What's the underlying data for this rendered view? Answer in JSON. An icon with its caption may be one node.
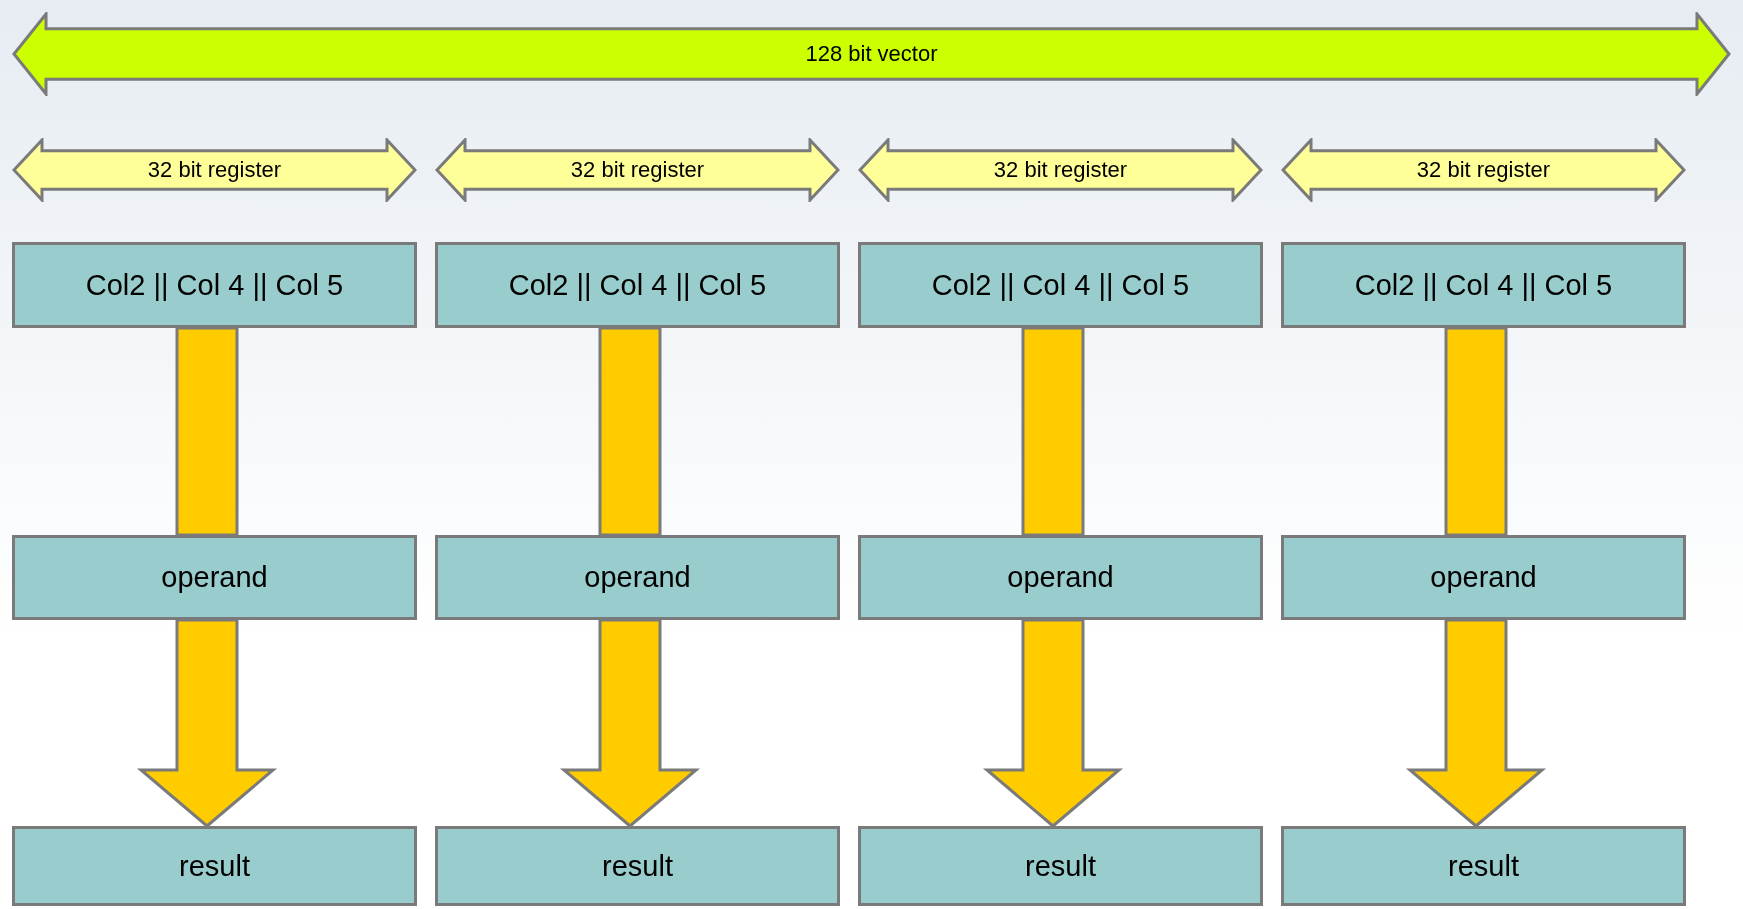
{
  "diagram": {
    "nodes": [
      {
        "text": [
          "128 bit vector"
        ]
      },
      {
        "text": [
          "32 bit register"
        ]
      },
      {
        "text": [
          "32 bit register"
        ]
      },
      {
        "text": [
          "32 bit register"
        ]
      },
      {
        "text": [
          "32 bit register"
        ]
      },
      {
        "text": [
          "Col2 || Col 4 || Col 5"
        ]
      },
      {
        "text": [
          "Col2 || Col 4 || Col 5"
        ]
      },
      {
        "text": [
          "Col2 || Col 4 || Col 5"
        ]
      },
      {
        "text": [
          "Col2 || Col 4 || Col 5"
        ]
      },
      {
        "text": [
          "operand"
        ]
      },
      {
        "text": [
          "operand"
        ]
      },
      {
        "text": [
          "operand"
        ]
      },
      {
        "text": [
          "operand"
        ]
      },
      {
        "text": [
          "result"
        ]
      },
      {
        "text": [
          "result"
        ]
      },
      {
        "text": [
          "result"
        ]
      },
      {
        "text": [
          "result"
        ]
      }
    ],
    "edges": [
      {
        "from": 5,
        "to": 9,
        "arrow": "none",
        "style": "thick",
        "color": "#ffcc00"
      },
      {
        "from": 9,
        "to": 13,
        "arrow": "to",
        "style": "thick",
        "color": "#ffcc00"
      },
      {
        "from": 6,
        "to": 10,
        "arrow": "none",
        "style": "thick",
        "color": "#ffcc00"
      },
      {
        "from": 10,
        "to": 14,
        "arrow": "to",
        "style": "thick",
        "color": "#ffcc00"
      },
      {
        "from": 7,
        "to": 11,
        "arrow": "none",
        "style": "thick",
        "color": "#ffcc00"
      },
      {
        "from": 11,
        "to": 15,
        "arrow": "to",
        "style": "thick",
        "color": "#ffcc00"
      },
      {
        "from": 8,
        "to": 12,
        "arrow": "none",
        "style": "thick",
        "color": "#ffcc00"
      },
      {
        "from": 12,
        "to": 16,
        "arrow": "to",
        "style": "thick",
        "color": "#ffcc00"
      }
    ]
  }
}
